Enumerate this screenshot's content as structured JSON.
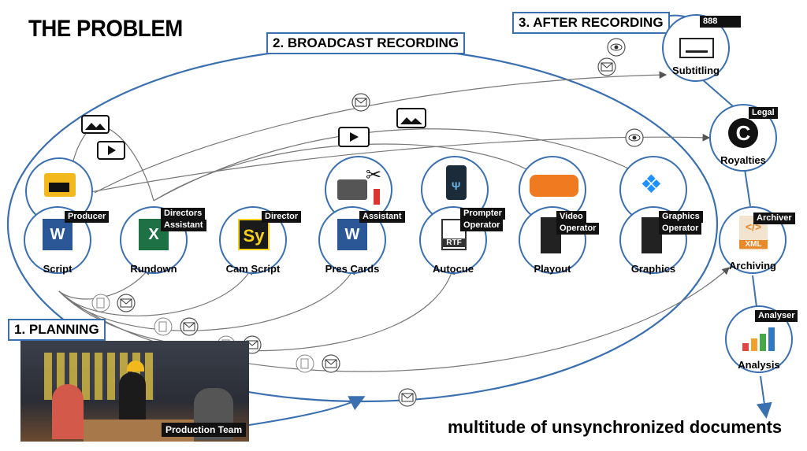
{
  "title": "THE PROBLEM",
  "sections": {
    "planning": "1. PLANNING",
    "broadcast": "2. BROADCAST RECORDING",
    "after": "3. AFTER RECORDING"
  },
  "footer": {
    "prefix": "multitude of ",
    "highlight": "unsynchronized",
    "suffix": " documents"
  },
  "nodes": {
    "script": {
      "label": "Script",
      "tag": "Producer"
    },
    "rundown": {
      "label": "Rundown",
      "tag1": "Directors",
      "tag2": "Assistant"
    },
    "camscript": {
      "label": "Cam Script",
      "tag": "Director"
    },
    "prescards": {
      "label": "Pres Cards",
      "tag": "Assistant"
    },
    "autocue": {
      "label": "Autocue",
      "tag1": "Prompter",
      "tag2": "Operator",
      "doc": "RTF"
    },
    "playout": {
      "label": "Playout",
      "tag1": "Video",
      "tag2": "Operator"
    },
    "graphics": {
      "label": "Graphics",
      "tag1": "Graphics",
      "tag2": "Operator"
    },
    "subtitling": {
      "label": "Subtitling",
      "tag": "888"
    },
    "royalties": {
      "label": "Royalties",
      "tag": "Legal"
    },
    "archiving": {
      "label": "Archiving",
      "tag": "Archiver",
      "doc": "XML"
    },
    "analysis": {
      "label": "Analysis",
      "tag": "Analyser"
    }
  },
  "photo": {
    "caption": "Production Team"
  },
  "colors": {
    "accent": "#3a6fb0",
    "highlight": "#e06767",
    "word": "#2b5797",
    "excel": "#1e7145",
    "sy": "#f7d117"
  }
}
